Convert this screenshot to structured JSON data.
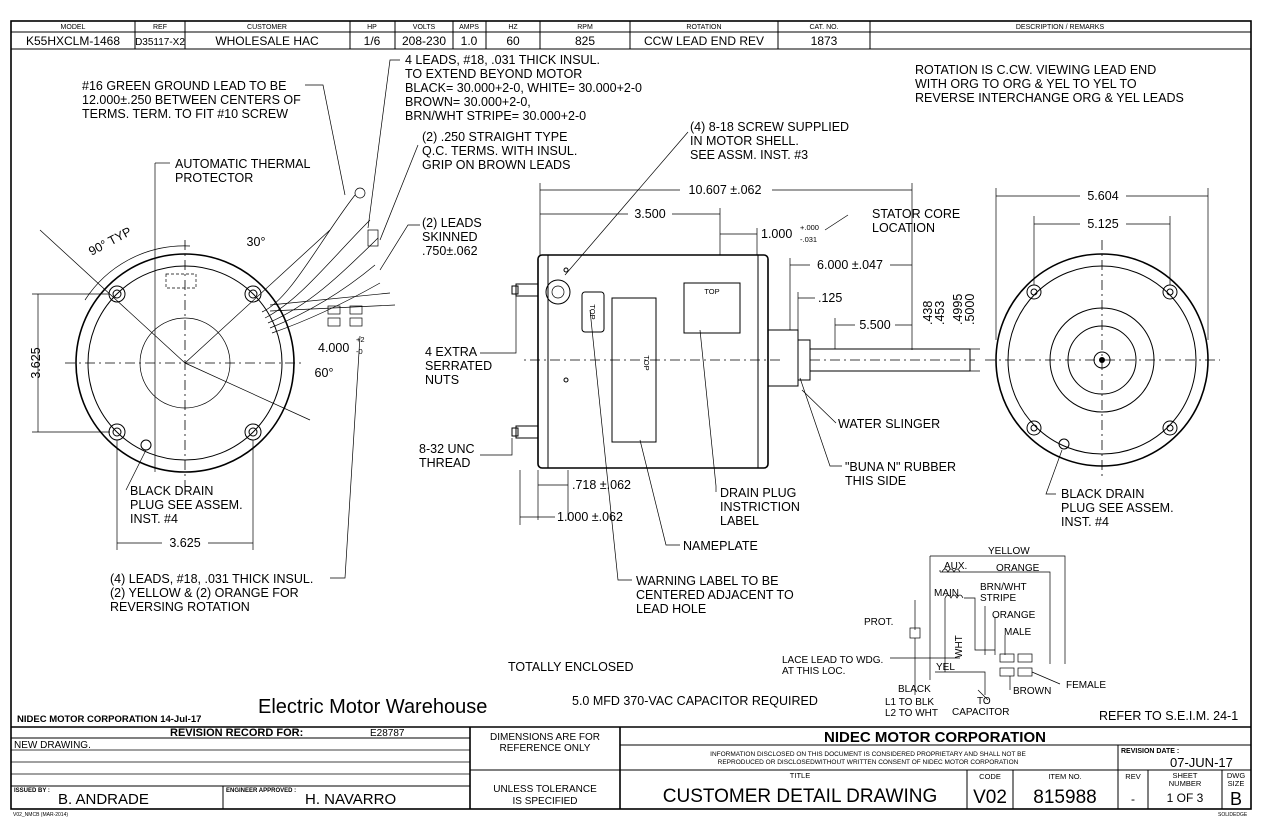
{
  "header": {
    "labels": {
      "model": "MODEL",
      "ref": "REF",
      "customer": "CUSTOMER",
      "hp": "HP",
      "volts": "VOLTS",
      "amps": "AMPS",
      "hz": "HZ",
      "rpm": "RPM",
      "rotation": "ROTATION",
      "cat_no": "CAT. NO.",
      "description": "DESCRIPTION / REMARKS"
    },
    "values": {
      "model": "K55HXCLM-1468",
      "ref": "D35117-X2",
      "customer": "WHOLESALE HAC",
      "hp": "1/6",
      "volts": "208-230",
      "amps": "1.0",
      "hz": "60",
      "rpm": "825",
      "rotation": "CCW LEAD END REV",
      "cat_no": "1873"
    }
  },
  "notes": {
    "ground_lead": [
      "#16 GREEN GROUND LEAD TO BE",
      "12.000±.250 BETWEEN CENTERS OF",
      "TERMS. TERM. TO FIT #10 SCREW"
    ],
    "four_leads": [
      "4 LEADS, #18, .031 THICK INSUL.",
      "TO EXTEND BEYOND MOTOR",
      "BLACK= 30.000+2-0, WHITE= 30.000+2-0",
      "BROWN= 30.000+2-0,",
      "BRN/WHT STRIPE= 30.000+2-0"
    ],
    "qc_terms": [
      "(2) .250 STRAIGHT TYPE",
      "Q.C. TERMS. WITH INSUL.",
      "GRIP ON BROWN LEADS"
    ],
    "thermal": [
      "AUTOMATIC THERMAL",
      "PROTECTOR"
    ],
    "leads_skinned": [
      "(2) LEADS",
      "SKINNED",
      ".750±.062"
    ],
    "screw": [
      "(4) 8-18 SCREW SUPPLIED",
      "IN MOTOR SHELL.",
      "SEE ASSM. INST. #3"
    ],
    "rotation": [
      "ROTATION IS C.CW. VIEWING LEAD END",
      "WITH ORG TO ORG & YEL TO YEL TO",
      "REVERSE INTERCHANGE ORG & YEL LEADS"
    ],
    "stator": [
      "STATOR CORE",
      "LOCATION"
    ],
    "extra_nuts": [
      "4 EXTRA",
      "SERRATED",
      "NUTS"
    ],
    "unc_thread": [
      "8-32 UNC",
      "THREAD"
    ],
    "water_slinger": "WATER SLINGER",
    "buna": [
      "\"BUNA N\" RUBBER",
      "THIS SIDE"
    ],
    "drain_plug_label": [
      "DRAIN PLUG",
      "INSTRICTION",
      "LABEL"
    ],
    "nameplate": "NAMEPLATE",
    "warning": [
      "WARNING LABEL TO BE",
      "CENTERED ADJACENT TO",
      "LEAD HOLE"
    ],
    "black_drain_left": [
      "BLACK DRAIN",
      "PLUG SEE ASSEM.",
      "INST. #4"
    ],
    "black_drain_right": [
      "BLACK DRAIN",
      "PLUG SEE ASSEM.",
      "INST. #4"
    ],
    "four_leads_yellow": [
      "(4) LEADS, #18, .031 THICK INSUL.",
      "(2) YELLOW & (2) ORANGE FOR",
      "REVERSING ROTATION"
    ],
    "totally_enclosed": "TOTALLY ENCLOSED",
    "capacitor": "5.0 MFD 370-VAC CAPACITOR REQUIRED",
    "refer": "REFER TO S.E.I.M. 24-1",
    "warehouse": "Electric Motor Warehouse",
    "nidec_date": "NIDEC MOTOR CORPORATION 14-Jul-17"
  },
  "dimensions": {
    "d_10607": "10.607 ±.062",
    "d_3500": "3.500",
    "d_1000": "1.000",
    "d_1000_tol_top": "+.000",
    "d_1000_tol_bot": "-.031",
    "d_6000": "6.000 ±.047",
    "d_125": ".125",
    "d_5500": "5.500",
    "d_438": ".438",
    "d_453": ".453",
    "d_4995": ".4995",
    "d_5000": ".5000",
    "d_5604": "5.604",
    "d_5125": "5.125",
    "d_718": ".718 ±.062",
    "d_1000b": "1.000 ±.062",
    "d_3625v": "3.625",
    "d_3625h": "3.625",
    "d_4000": "4.000",
    "d_4000_tol_top": "+2",
    "d_4000_tol_bot": "-0",
    "ang_90": "90° TYP",
    "ang_30": "30°",
    "ang_60": "60°",
    "top_label": "TOP"
  },
  "wiring": {
    "yellow": "YELLOW",
    "aux": "AUX.",
    "orange": "ORANGE",
    "main": "MAIN",
    "brn_wht": [
      "BRN/WHT",
      "STRIPE"
    ],
    "orange2": "ORANGE",
    "male": "MALE",
    "prot": "PROT.",
    "wht": "WHT",
    "lace": [
      "LACE LEAD TO WDG.",
      "AT THIS LOC."
    ],
    "yel": "YEL",
    "female": "FEMALE",
    "brown": "BROWN",
    "black": "BLACK",
    "l1": "L1 TO BLK",
    "l2": "L2 TO WHT",
    "to_cap": [
      "TO",
      "CAPACITOR"
    ]
  },
  "title_block": {
    "revision_record": "REVISION RECORD FOR:",
    "revision_no": "E28787",
    "new_drawing": "NEW DRAWING.",
    "dims_ref": [
      "DIMENSIONS ARE FOR",
      "REFERENCE ONLY"
    ],
    "unless": [
      "UNLESS TOLERANCE",
      "IS SPECIFIED"
    ],
    "company": "NIDEC MOTOR CORPORATION",
    "info": [
      "INFORMATION DISCLOSED ON THIS DOCUMENT IS CONSIDERED PROPRIETARY AND SHALL NOT BE",
      "REPRODUCED OR DISCLOSEDWITHOUT WRITTEN CONSENT OF NIDEC MOTOR CORPORATION"
    ],
    "revision_date_label": "REVISION DATE :",
    "revision_date": "07-JUN-17",
    "title_label": "TITLE",
    "title": "CUSTOMER  DETAIL  DRAWING",
    "code_label": "CODE",
    "code": "V02",
    "item_label": "ITEM NO.",
    "item": "815988",
    "rev_label": "REV",
    "rev": "-",
    "sheet_label": [
      "SHEET",
      "NUMBER"
    ],
    "sheet": "1  OF  3",
    "dwg_label": [
      "DWG",
      "SIZE"
    ],
    "dwg": "B",
    "issued_label": "ISSUED BY :",
    "issued": "B. ANDRADE",
    "engineer_label": "ENGINEER APPROVED :",
    "engineer": "H. NAVARRO",
    "form": "V02_NMCB (MAR-2014)",
    "solidedge": "SOLIDEDGE"
  }
}
